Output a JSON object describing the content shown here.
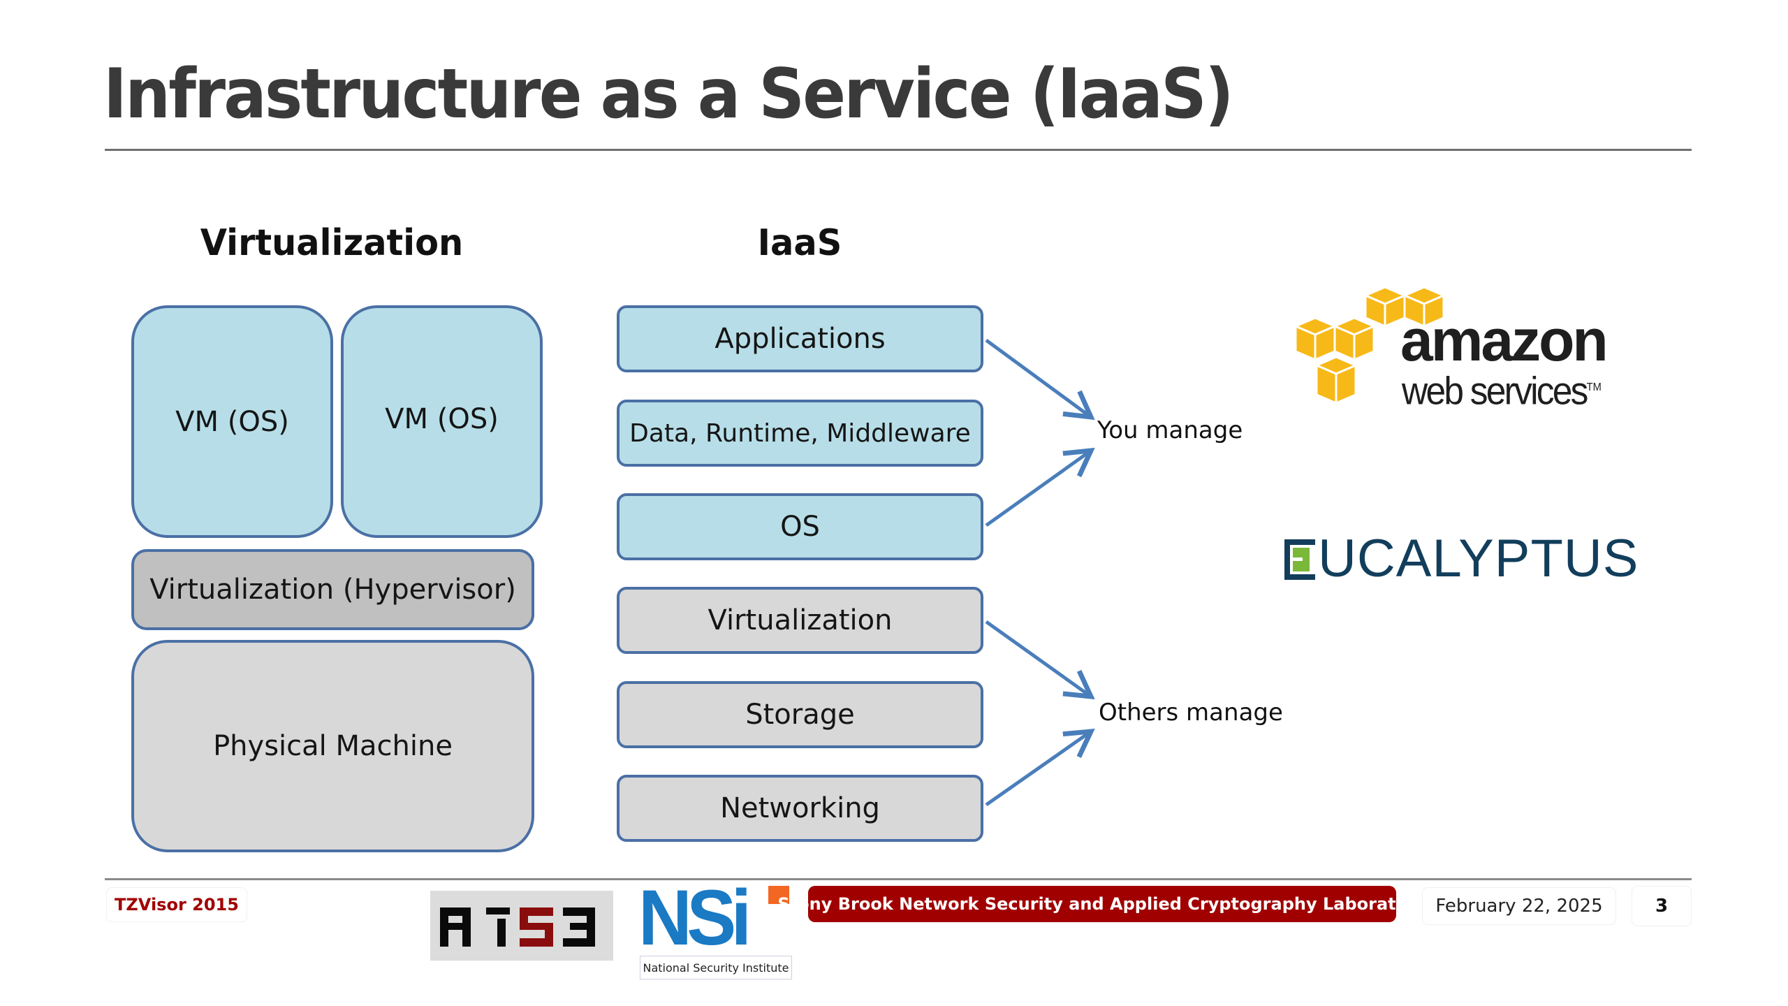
{
  "slide": {
    "title": "Infrastructure as a Service (IaaS)"
  },
  "virtualization": {
    "heading": "Virtualization",
    "vm_left": "VM (OS)",
    "vm_right": "VM (OS)",
    "hypervisor": "Virtualization (Hypervisor)",
    "physical": "Physical Machine"
  },
  "iaas": {
    "heading": "IaaS",
    "layers": [
      {
        "label": "Applications",
        "group": "you"
      },
      {
        "label": "Data, Runtime, Middleware",
        "group": "you"
      },
      {
        "label": "OS",
        "group": "you"
      },
      {
        "label": "Virtualization",
        "group": "others"
      },
      {
        "label": "Storage",
        "group": "others"
      },
      {
        "label": "Networking",
        "group": "others"
      }
    ],
    "you_manage": "You manage",
    "others_manage": "Others manage"
  },
  "logos": {
    "aws_line1": "amazon",
    "aws_line2": "web services",
    "aws_tm": "TM",
    "eucalyptus": "UCALYPTUS",
    "rise": "RiSE",
    "nsi": "NSi",
    "nsi_caption": "National Security Institute"
  },
  "footer": {
    "event": "TZVisor 2015",
    "lab": "Stony Brook Network Security and Applied Cryptography Laboratory",
    "date": "February 22, 2025",
    "page": "3"
  },
  "colors": {
    "box_blue": "#b7dee8",
    "box_gray": "#d8d8d8",
    "box_border": "#4a70a5",
    "arrow": "#4a7ebb",
    "footer_red": "#a10000",
    "aws_orange": "#f7b918",
    "eucalyptus_navy": "#123e5c",
    "eucalyptus_green": "#7ab83a",
    "nsi_blue": "#1a7ac4",
    "nsi_orange": "#f26722"
  }
}
